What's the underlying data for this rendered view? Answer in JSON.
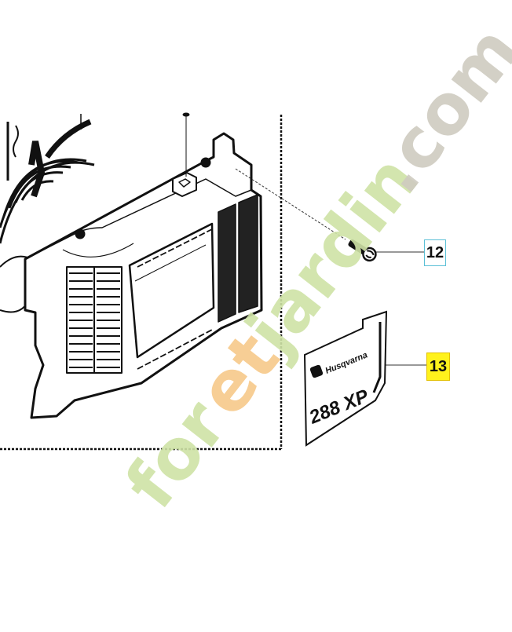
{
  "diagram": {
    "type": "exploded-parts-diagram",
    "subject": "Chainsaw cylinder cover / air filter cover assembly",
    "callouts": [
      {
        "id": "12",
        "label": "12",
        "part": "screw",
        "border_color": "#5bc0d6",
        "fill": "#ffffff"
      },
      {
        "id": "13",
        "label": "13",
        "part": "decal",
        "border_color": "#e2c000",
        "fill": "#fff21c"
      }
    ],
    "decal": {
      "brand_text": "Husqvarna",
      "model_text": "288 XP"
    },
    "group_boundary": "dashed-rectangle"
  },
  "watermark": {
    "text_part1": "for",
    "text_part2": "et",
    "text_part3": "jardin",
    "text_part4": ".com",
    "full_text": "foretjardin.com",
    "colors": {
      "green": "#cfe3a6",
      "orange": "#f7c98a",
      "gray": "#cfcbc0"
    }
  }
}
